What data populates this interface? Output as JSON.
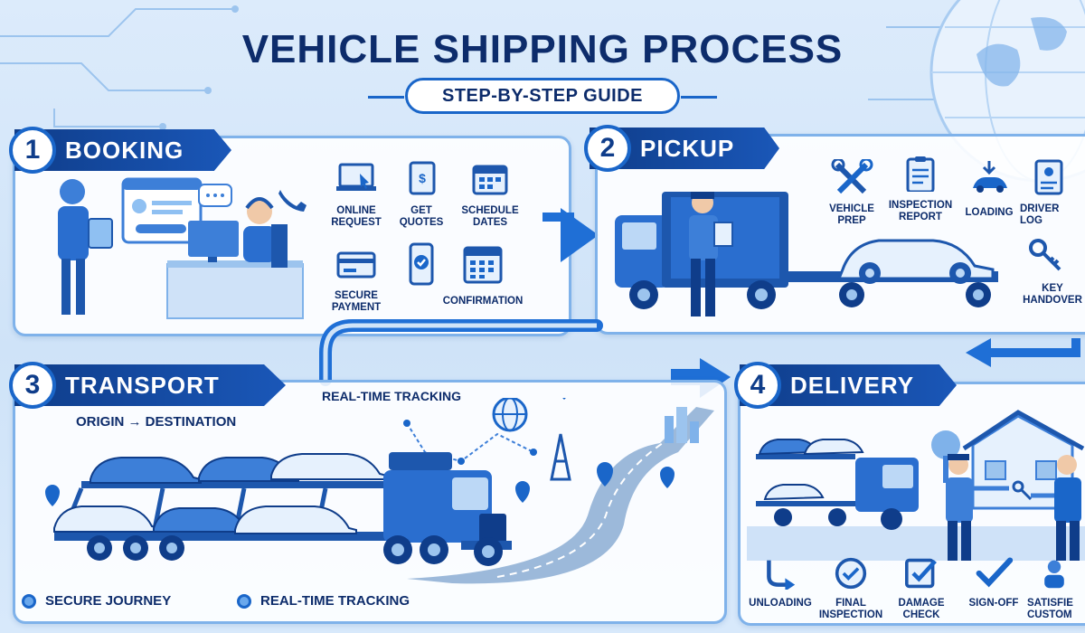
{
  "header": {
    "title": "VEHICLE SHIPPING PROCESS",
    "subtitle": "STEP-BY-STEP GUIDE"
  },
  "colors": {
    "primary": "#0f3d8a",
    "accent": "#1a66c9",
    "panel_border": "#7fb2ea",
    "background": "#d6e8fa"
  },
  "steps": [
    {
      "number": "1",
      "title": "BOOKING",
      "items": [
        {
          "label": "ONLINE\nREQUEST",
          "icon": "laptop-cursor-icon"
        },
        {
          "label": "GET\nQUOTES",
          "icon": "quote-document-icon"
        },
        {
          "label": "SCHEDULE\nDATES",
          "icon": "calendar-icon"
        },
        {
          "label": "SECURE\nPAYMENT",
          "icon": "credit-card-icon"
        },
        {
          "label": "",
          "icon": "phone-check-icon"
        },
        {
          "label": "CONFIRMATION",
          "icon": "calendar-grid-icon"
        }
      ]
    },
    {
      "number": "2",
      "title": "PICKUP",
      "items": [
        {
          "label": "VEHICLE\nPREP",
          "icon": "tools-icon"
        },
        {
          "label": "INSPECTION\nREPORT",
          "icon": "clipboard-icon"
        },
        {
          "label": "LOADING",
          "icon": "car-loading-icon"
        },
        {
          "label": "DRIVER\nLOG",
          "icon": "log-document-icon"
        },
        {
          "label": "KEY\nHANDOVER",
          "icon": "keys-icon"
        }
      ]
    },
    {
      "number": "3",
      "title": "TRANSPORT",
      "route_label": "ORIGIN → DESTINATION",
      "tracking_label": "REAL-TIME TRACKING",
      "legend": [
        "SECURE JOURNEY",
        "REAL-TIME TRACKING"
      ]
    },
    {
      "number": "4",
      "title": "DELIVERY",
      "items": [
        {
          "label": "UNLOADING",
          "icon": "unloading-arrow-icon"
        },
        {
          "label": "FINAL\nINSPECTION",
          "icon": "check-circle-icon"
        },
        {
          "label": "DAMAGE\nCHECK",
          "icon": "checkbox-icon"
        },
        {
          "label": "SIGN-OFF",
          "icon": "checkmark-icon"
        },
        {
          "label": "SATISFIE\nCUSTOM",
          "icon": "satisfied-customer-icon"
        }
      ]
    }
  ]
}
